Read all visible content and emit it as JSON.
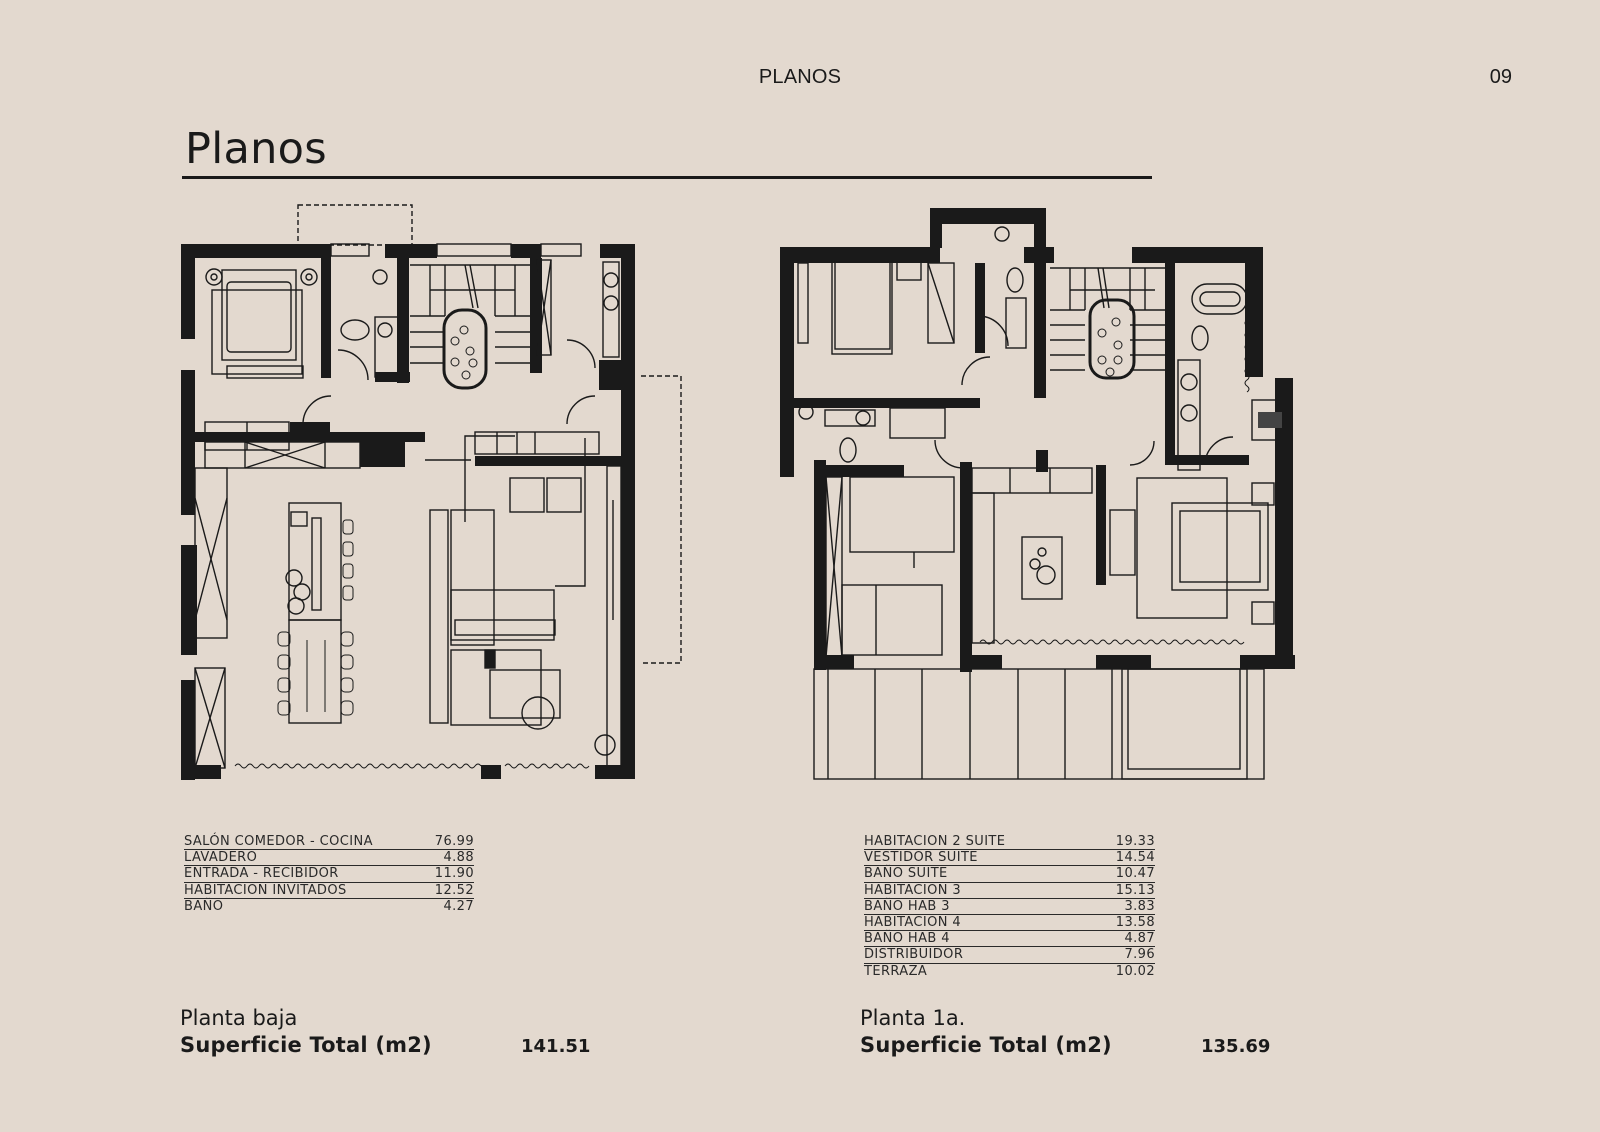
{
  "header": {
    "section_label": "PLANOS",
    "page_number": "09"
  },
  "title": "Planos",
  "colors": {
    "background": "#e3d9cf",
    "ink": "#1a1a1a"
  },
  "ground_floor": {
    "floor_label": "Planta baja",
    "total_label": "Superficie Total (m2)",
    "total_value": "141.51",
    "rooms": [
      {
        "name": "SALÓN COMEDOR - COCINA",
        "area": "76.99"
      },
      {
        "name": "LAVADERO",
        "area": "4.88"
      },
      {
        "name": "ENTRADA - RECIBIDOR",
        "area": "11.90"
      },
      {
        "name": "HABITACION INVITADOS",
        "area": "12.52"
      },
      {
        "name": "BAÑO",
        "area": "4.27"
      }
    ]
  },
  "first_floor": {
    "floor_label": "Planta 1a.",
    "total_label": "Superficie Total (m2)",
    "total_value": "135.69",
    "rooms": [
      {
        "name": "HABITACION 2 SUITE",
        "area": "19.33"
      },
      {
        "name": "VESTIDOR SUITE",
        "area": "14.54"
      },
      {
        "name": "BAÑO SUITE",
        "area": "10.47"
      },
      {
        "name": "HABITACION 3",
        "area": "15.13"
      },
      {
        "name": "BAÑO HAB 3",
        "area": "3.83"
      },
      {
        "name": "HABITACION 4",
        "area": "13.58"
      },
      {
        "name": "BAÑO HAB 4",
        "area": "4.87"
      },
      {
        "name": "DISTRIBUIDOR",
        "area": "7.96"
      },
      {
        "name": "TERRAZA",
        "area": "10.02"
      }
    ]
  }
}
